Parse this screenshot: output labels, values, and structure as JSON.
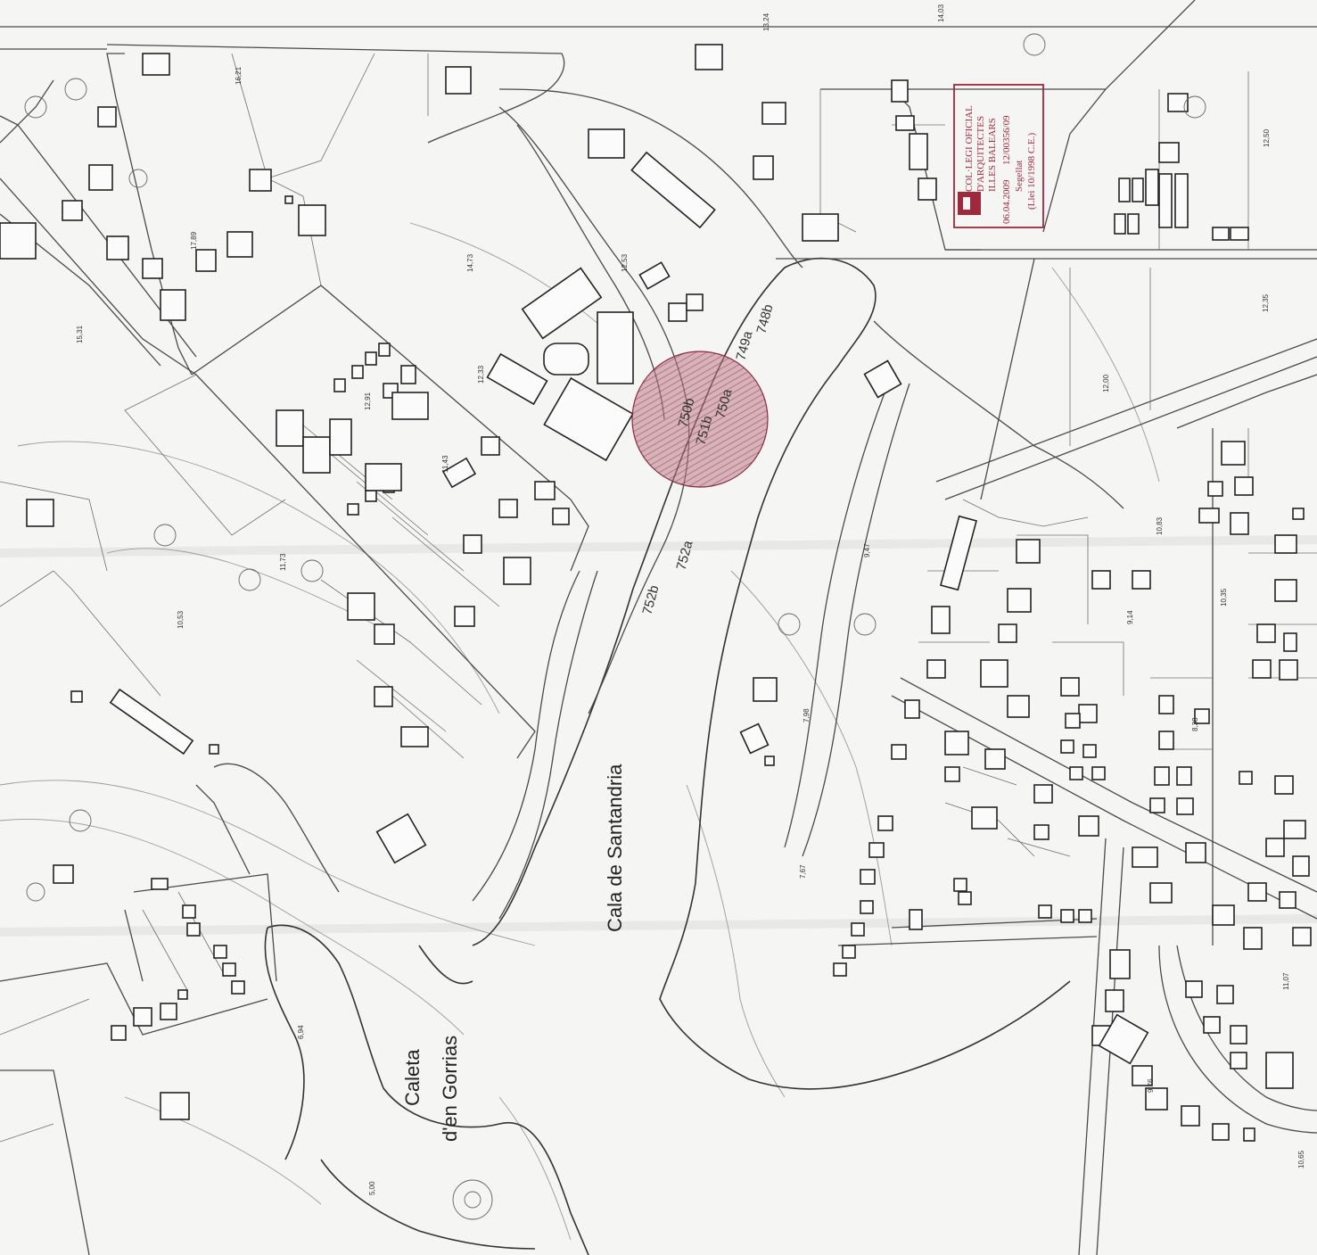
{
  "map": {
    "place_labels": {
      "cala": "Cala de Santandria",
      "caleta_line1": "Caleta",
      "caleta_line2": "d'en Gorrias"
    },
    "parcel_labels": [
      "752b",
      "752a",
      "749a",
      "748b",
      "750a",
      "751b",
      "750b"
    ],
    "spot_heights": [
      "16,21",
      "17,89",
      "15,31",
      "14,73",
      "12,53",
      "12,00",
      "12,50",
      "12,35",
      "11,73",
      "10,53",
      "10,35",
      "9,14",
      "7,98",
      "7,67",
      "6,94",
      "5,00",
      "11,07",
      "9,76",
      "10,65",
      "11,43",
      "12,33",
      "9,47",
      "10,83",
      "8,38",
      "13,24",
      "14,03",
      "12,91"
    ],
    "stamp": {
      "line1": "COL·LEGI OFICIAL",
      "line2": "D'ARQUITECTES",
      "line3": "ILLES BALEARS",
      "date": "06.04.2009",
      "ref": "12/00356/09",
      "visa": "Segellat",
      "law": "(Llei 10/1998 C.E.)"
    },
    "colors": {
      "stamp_red": "#a0283c",
      "circle_fill": "#c07a88",
      "line": "#3c3c3c"
    }
  }
}
